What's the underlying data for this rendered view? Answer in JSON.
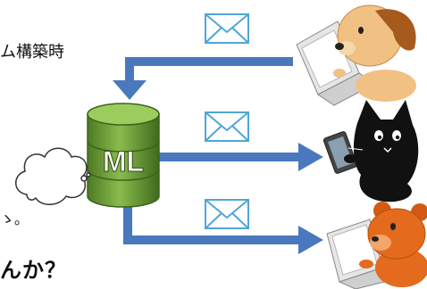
{
  "text": {
    "top_fragment": "ム構築時",
    "mid_fragment": "ゝ。",
    "bottom_fragment": "んか？",
    "db_label": "ML"
  },
  "icons": [
    "envelope-icon",
    "envelope-icon",
    "envelope-icon",
    "thought-cloud-icon",
    "database-icon",
    "dog-with-laptop-icon",
    "black-cat-with-tablet-icon",
    "orange-bear-with-laptop-icon"
  ],
  "colors": {
    "arrow": "#4a78bd",
    "envelope": "#4fa6d6",
    "database": "#6f9d3a",
    "database_dark": "#46701f",
    "dog": "#f1c083",
    "dog_ear": "#a65a1e",
    "cat": "#111111",
    "bear": "#e46a1d",
    "laptop": "#d8d8d8"
  }
}
